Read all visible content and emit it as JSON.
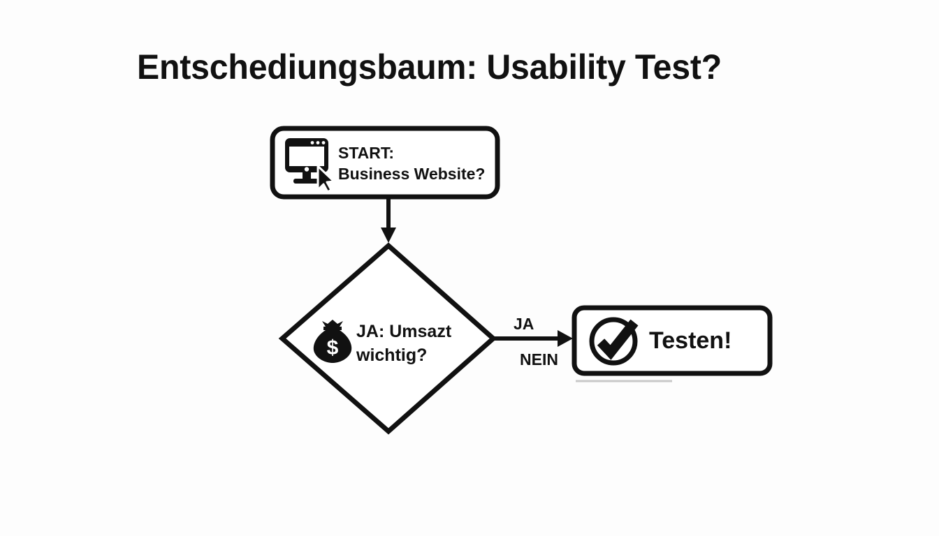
{
  "page": {
    "title": "Entschediungsbaum: Usability Test?",
    "background_color": "#fdfdfd",
    "stroke_color": "#111111",
    "underline_color": "#c8c8c8"
  },
  "diagram": {
    "type": "decision-tree-flowchart",
    "nodes": [
      {
        "id": "start",
        "shape": "rounded-rectangle",
        "icon": "desktop-monitor-cursor-icon",
        "line1": "START:",
        "line2": "Business Website?"
      },
      {
        "id": "decision",
        "shape": "diamond",
        "icon": "money-bag-dollar-icon",
        "line1": "JA: Umsazt",
        "line2": "wichtig?"
      },
      {
        "id": "result",
        "shape": "rounded-rectangle",
        "icon": "check-circle-icon",
        "label": "Testen!"
      }
    ],
    "edges": [
      {
        "id": "start-to-decision",
        "from": "start",
        "to": "decision",
        "label": "",
        "direction": "down"
      },
      {
        "id": "decision-to-result-ja",
        "from": "decision",
        "to": "result",
        "label": "JA",
        "direction": "right"
      },
      {
        "id": "decision-to-result-nein",
        "from": "decision",
        "to": "result",
        "label": "NEIN",
        "direction": "right"
      }
    ]
  }
}
